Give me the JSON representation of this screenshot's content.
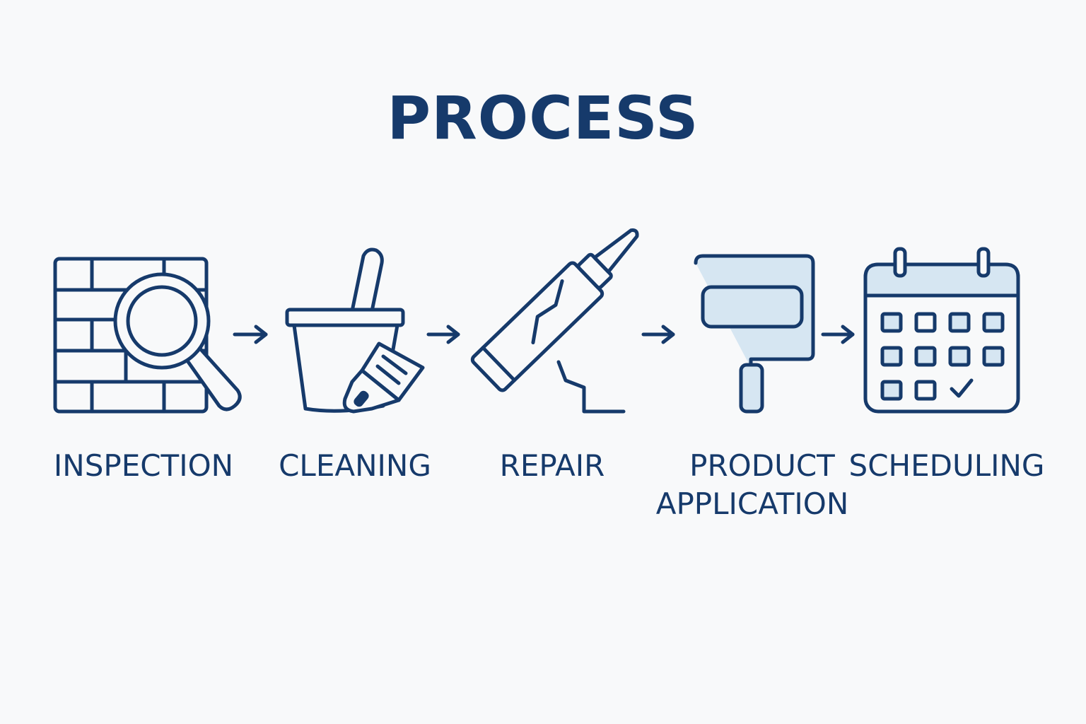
{
  "title": "PROCESS",
  "steps": [
    {
      "label": "INSPECTION",
      "icon": "brick-wall-magnifier-icon"
    },
    {
      "label": "CLEANING",
      "icon": "bucket-brush-icon"
    },
    {
      "label": "REPAIR",
      "icon": "caulk-tube-icon"
    },
    {
      "label_line1": "PRODUCT",
      "label_line2": "APPLICATION",
      "icon": "paint-roller-icon"
    },
    {
      "label": "SCHEDULING",
      "icon": "calendar-icon"
    }
  ],
  "colors": {
    "ink": "#163a6b",
    "accent_fill": "#d6e6f2",
    "background": "#f8f9fa"
  }
}
